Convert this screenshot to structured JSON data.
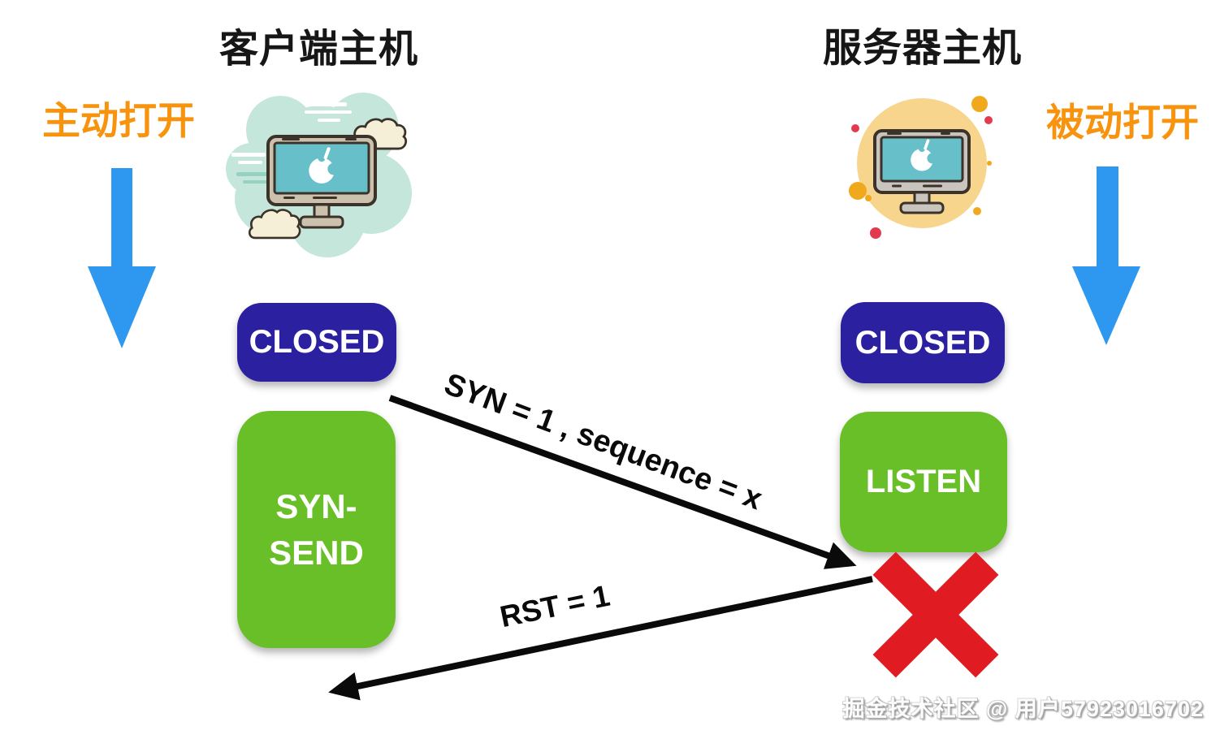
{
  "diagram": {
    "client": {
      "title": "客户端主机",
      "open_mode_label": "主动打开",
      "states": {
        "closed": "CLOSED",
        "syn_send_line1": "SYN-",
        "syn_send_line2": "SEND"
      }
    },
    "server": {
      "title": "服务器主机",
      "open_mode_label": "被动打开",
      "states": {
        "closed": "CLOSED",
        "listen": "LISTEN"
      }
    },
    "messages": {
      "syn": "SYN = 1 , sequence = x",
      "rst": "RST = 1"
    },
    "watermark": "掘金技术社区 @ 用户57923016702",
    "icons": {
      "client_host": "mac-computer-with-clouds",
      "server_host": "mac-computer-with-dots",
      "failure": "red-x-mark"
    },
    "colors": {
      "closed_state_bg": "#2a20a0",
      "open_state_bg": "#69bf28",
      "open_mode_label": "#f8930d",
      "flow_arrow_blue": "#2e97f0",
      "message_arrow_black": "#0a0a0a",
      "failure_x_red": "#e11b22"
    }
  }
}
